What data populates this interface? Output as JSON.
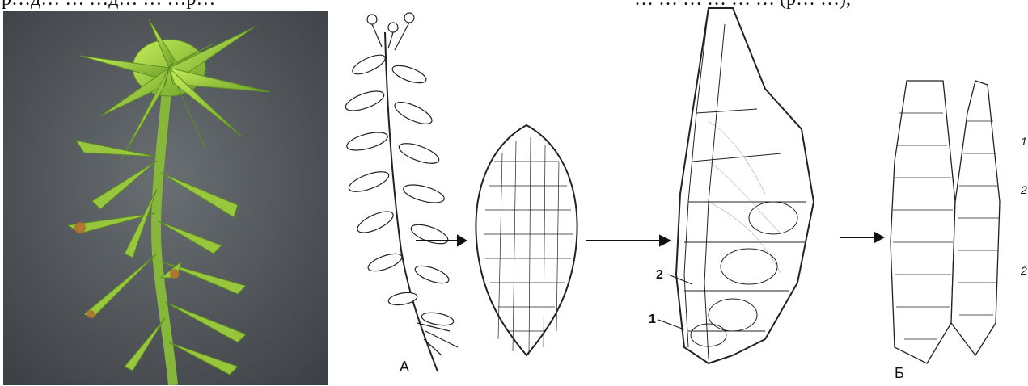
{
  "caption": {
    "fragment_left": "р…д…  …  …д…  …  …р…",
    "fragment_right": "… … … … … … (р… …),"
  },
  "figure": {
    "label_a": "А",
    "label_b": "Б",
    "callouts_mid": [
      "2",
      "1"
    ],
    "callouts_right": [
      "1",
      "2",
      "2"
    ]
  }
}
